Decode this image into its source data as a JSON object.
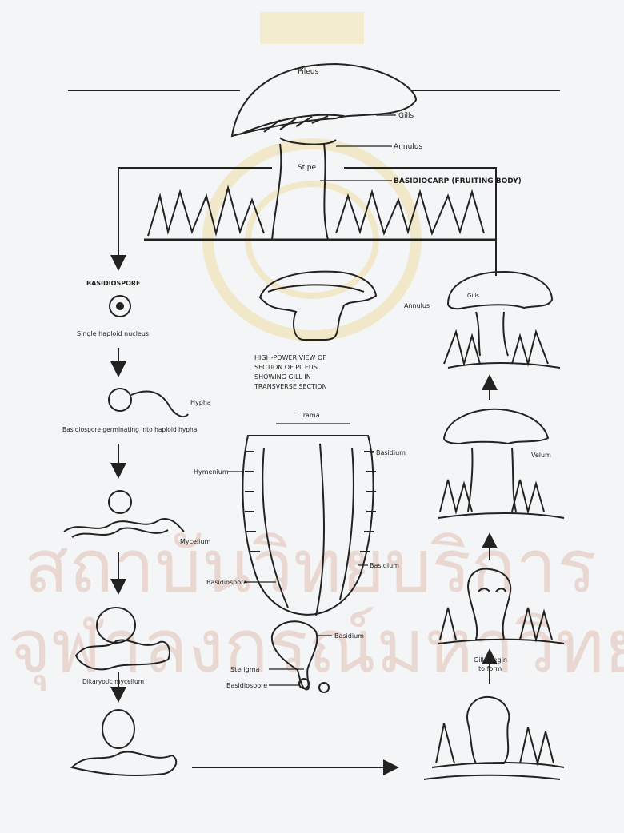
{
  "watermark": {
    "line1": "สถาบันวิทยบริการ",
    "line2": "จุฬาลงกรณ์มหาวิทยาลัย"
  },
  "labels": {
    "pileus": "Pileus",
    "gills": "Gills",
    "annulus": "Annulus",
    "stipe": "Stipe",
    "basidiocarp": "BASIDIOCARP (FRUITING BODY)",
    "basidiospore": "BASIDIOSPORE",
    "single_spore": "Single haploid nucleus",
    "pileus_section_1": "HIGH-POWER VIEW OF",
    "pileus_section_2": "SECTION OF PILEUS",
    "pileus_section_3": "SHOWING GILL IN",
    "pileus_section_4": "TRANSVERSE SECTION",
    "hypha": "Hypha",
    "germinating": "Basidiospore germinating into haploid hypha",
    "trama": "Trama",
    "basidium_top": "Basidium",
    "hymenium": "Hymenium",
    "mycelium": "Mycelium",
    "basidiospore_gill": "Basidiospore",
    "basidium": "Basidium",
    "sterigma": "Sterigma",
    "basidiospore_small": "Basidiospore",
    "dikaryotic": "Dikaryotic mycelium",
    "annulus_right": "Annulus",
    "gills_right": "Gills",
    "velum": "Velum",
    "gills_begin_1": "Gills begin",
    "gills_begin_2": "to form"
  }
}
